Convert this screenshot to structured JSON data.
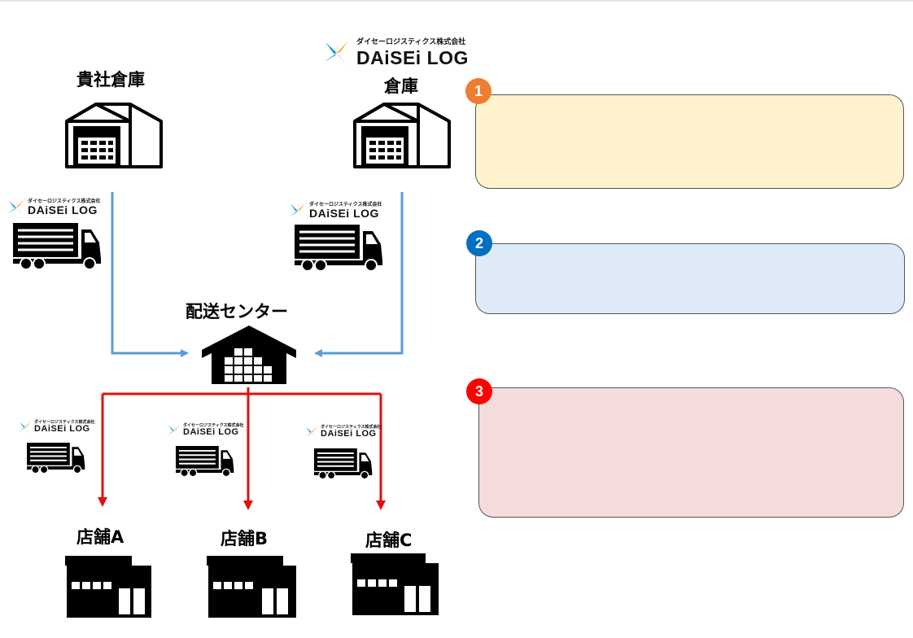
{
  "nodes": {
    "client_warehouse": "貴社倉庫",
    "daisei_warehouse": "倉庫",
    "distribution_center": "配送センター",
    "store_a": "店舗A",
    "store_b": "店舗B",
    "store_c": "店舗C"
  },
  "logo": {
    "company": "ダイセーロジスティクス株式会社",
    "brand": "DAiSEi LOG"
  },
  "steps": [
    {
      "number": "1",
      "text": "",
      "badge_color": "#ed7d31",
      "box_color": "#fff2cc"
    },
    {
      "number": "2",
      "text": "",
      "badge_color": "#0070c0",
      "box_color": "#deebf7"
    },
    {
      "number": "3",
      "text": "",
      "badge_color": "#ff0000",
      "box_color": "#f4dcdc"
    }
  ],
  "colors": {
    "inbound_arrow": "#5b9bd5",
    "outbound_arrow": "#e01010",
    "icon": "#000000"
  },
  "icons": [
    "warehouse-icon",
    "truck-icon",
    "distribution-center-icon",
    "store-icon",
    "logo-pinwheel-icon"
  ]
}
